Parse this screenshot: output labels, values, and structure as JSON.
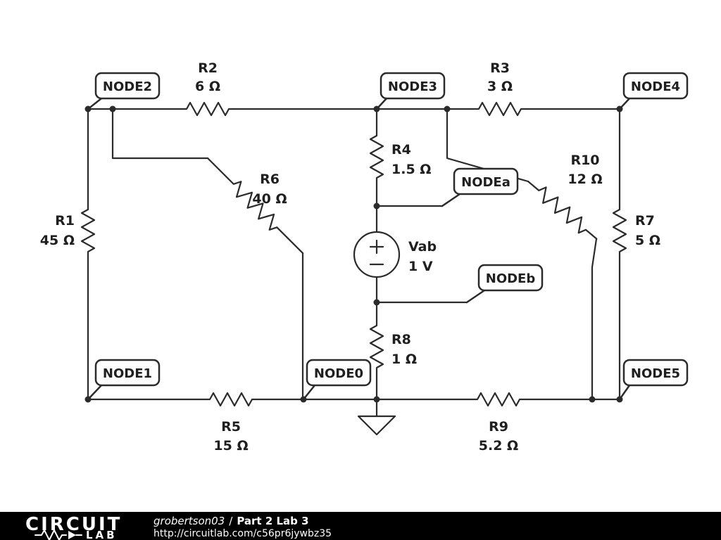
{
  "components": {
    "R1": {
      "name": "R1",
      "value": "45 Ω"
    },
    "R2": {
      "name": "R2",
      "value": "6 Ω"
    },
    "R3": {
      "name": "R3",
      "value": "3 Ω"
    },
    "R4": {
      "name": "R4",
      "value": "1.5 Ω"
    },
    "R5": {
      "name": "R5",
      "value": "15 Ω"
    },
    "R6": {
      "name": "R6",
      "value": "40 Ω"
    },
    "R7": {
      "name": "R7",
      "value": "5 Ω"
    },
    "R8": {
      "name": "R8",
      "value": "1 Ω"
    },
    "R9": {
      "name": "R9",
      "value": "5.2 Ω"
    },
    "R10": {
      "name": "R10",
      "value": "12 Ω"
    },
    "Vab": {
      "name": "Vab",
      "value": "1 V"
    }
  },
  "nodes": {
    "node0": "NODE0",
    "node1": "NODE1",
    "node2": "NODE2",
    "node3": "NODE3",
    "node4": "NODE4",
    "node5": "NODE5",
    "nodea": "NODEa",
    "nodeb": "NODEb"
  },
  "footer": {
    "brand_line1": "CIRCUIT",
    "brand_line2": "LAB",
    "username": "grobertson03",
    "separator": "/",
    "title": "Part 2 Lab 3",
    "url": "http://circuitlab.com/c56pr6jywbz35"
  },
  "colors": {
    "wire": "#2b2b2b",
    "background": "#ffffff",
    "footer_background": "#000000",
    "footer_text": "#ffffff"
  }
}
